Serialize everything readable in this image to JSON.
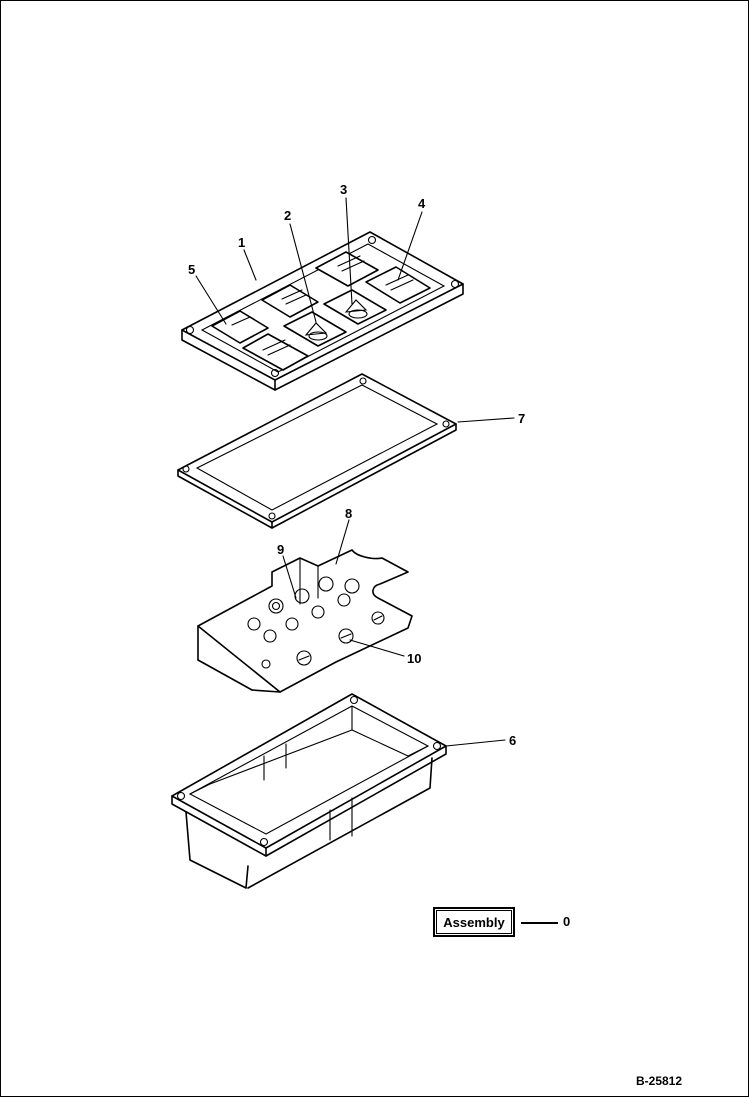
{
  "callouts": {
    "c1": "1",
    "c2": "2",
    "c3": "3",
    "c4": "4",
    "c5": "5",
    "c6": "6",
    "c7": "7",
    "c8": "8",
    "c9": "9",
    "c10": "10"
  },
  "assembly": {
    "label": "Assembly",
    "number": "0"
  },
  "drawing_ref": "B-25812"
}
